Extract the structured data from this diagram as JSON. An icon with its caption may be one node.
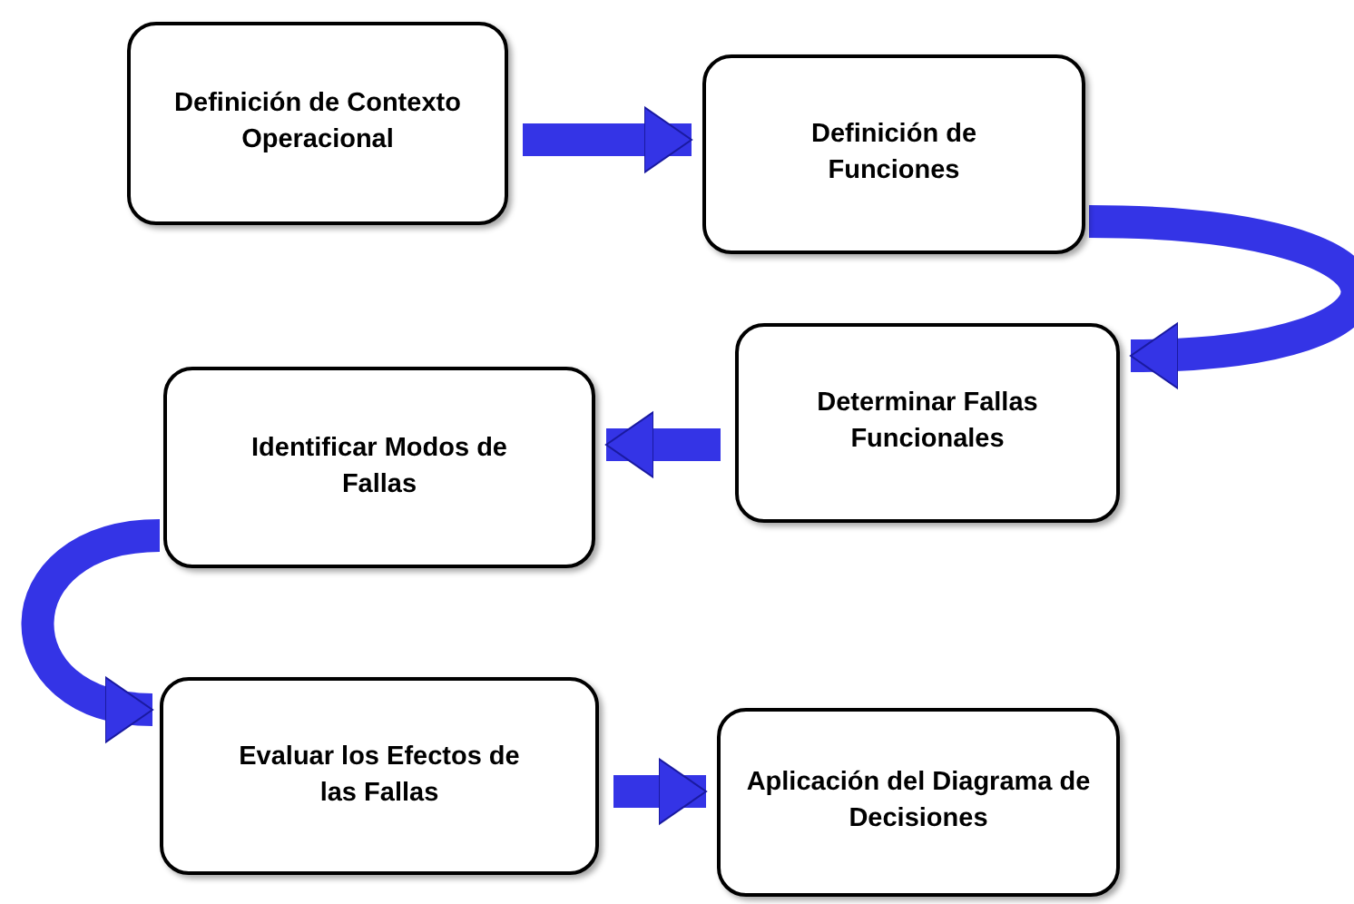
{
  "diagram": {
    "nodes": [
      {
        "text": [
          "Definición de Contexto Operacional"
        ]
      },
      {
        "text": [
          "Definición de Funciones"
        ]
      },
      {
        "text": [
          "Determinar Fallas Funcionales"
        ]
      },
      {
        "text": [
          "Identificar Modos de Fallas"
        ]
      },
      {
        "text": [
          "Evaluar los Efectos de las Fallas"
        ]
      },
      {
        "text": [
          "Aplicación del Diagrama de Decisiones"
        ]
      }
    ],
    "edges": [
      {
        "from": 0,
        "to": 1,
        "arrow": "to"
      },
      {
        "from": 1,
        "to": 2,
        "arrow": "to"
      },
      {
        "from": 2,
        "to": 3,
        "arrow": "to"
      },
      {
        "from": 3,
        "to": 4,
        "arrow": "to"
      },
      {
        "from": 4,
        "to": 5,
        "arrow": "to"
      }
    ]
  }
}
